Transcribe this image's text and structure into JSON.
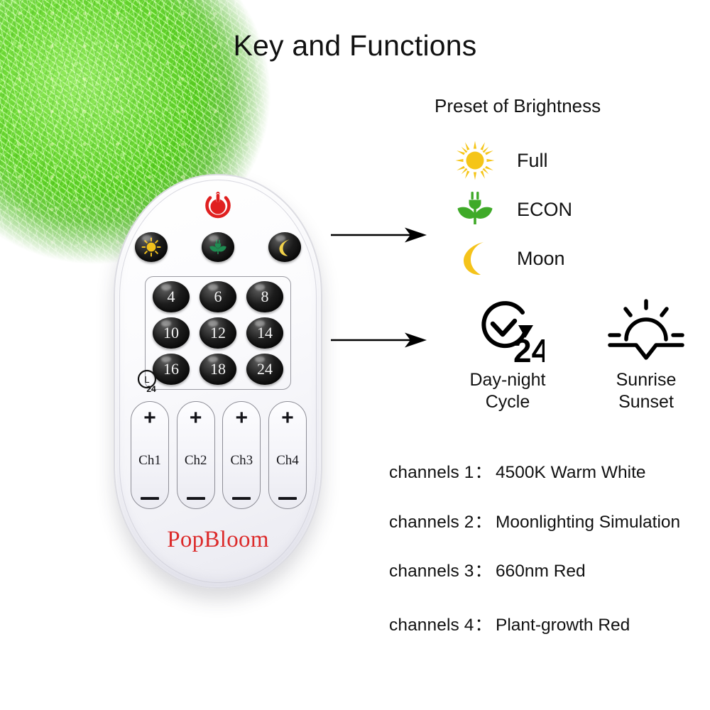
{
  "page": {
    "title": "Key and Functions",
    "background_color": "#ffffff"
  },
  "preset_section": {
    "heading": "Preset of Brightness",
    "items": [
      {
        "icon": "sun-icon",
        "label": "Full",
        "color": "#f5c518"
      },
      {
        "icon": "plant-plug-icon",
        "label": "ECON",
        "color": "#3faa28"
      },
      {
        "icon": "crescent-moon-icon",
        "label": "Moon",
        "color": "#f5c31a"
      }
    ]
  },
  "features": [
    {
      "icon": "clock-24-cycle-icon",
      "label_line1": "Day-night",
      "label_line2": "Cycle",
      "badge": "24"
    },
    {
      "icon": "sunrise-sunset-icon",
      "label_line1": "Sunrise",
      "label_line2": "Sunset"
    }
  ],
  "channels": {
    "colon": "：",
    "items": [
      {
        "key": "channels 1",
        "value": "4500K Warm White"
      },
      {
        "key": "channels 2",
        "value": "Moonlighting Simulation"
      },
      {
        "key": "channels 3",
        "value": "660nm Red"
      },
      {
        "key": "channels 4",
        "value": "Plant-growth Red"
      }
    ]
  },
  "remote": {
    "brand": "PopBloom",
    "brand_color": "#dc2b2b",
    "power_button": {
      "icon": "power-icon",
      "color": "#e02020"
    },
    "preset_buttons": [
      {
        "icon": "sun-icon",
        "name": "full-brightness-button"
      },
      {
        "icon": "plant-plug-icon",
        "name": "econ-button"
      },
      {
        "icon": "crescent-moon-icon",
        "name": "moon-button"
      }
    ],
    "keypad": [
      "4",
      "6",
      "8",
      "10",
      "12",
      "14",
      "16",
      "18",
      "24"
    ],
    "timer_badge": {
      "letter": "L",
      "hours": "24"
    },
    "channel_buttons": [
      {
        "plus": "+",
        "label": "Ch1",
        "minus": "−"
      },
      {
        "plus": "+",
        "label": "Ch2",
        "minus": "−"
      },
      {
        "plus": "+",
        "label": "Ch3",
        "minus": "−"
      },
      {
        "plus": "+",
        "label": "Ch4",
        "minus": "−"
      }
    ]
  },
  "arrows": [
    {
      "name": "arrow-to-presets"
    },
    {
      "name": "arrow-to-features"
    }
  ],
  "decor": {
    "moss": "aquatic-moss-photo"
  }
}
